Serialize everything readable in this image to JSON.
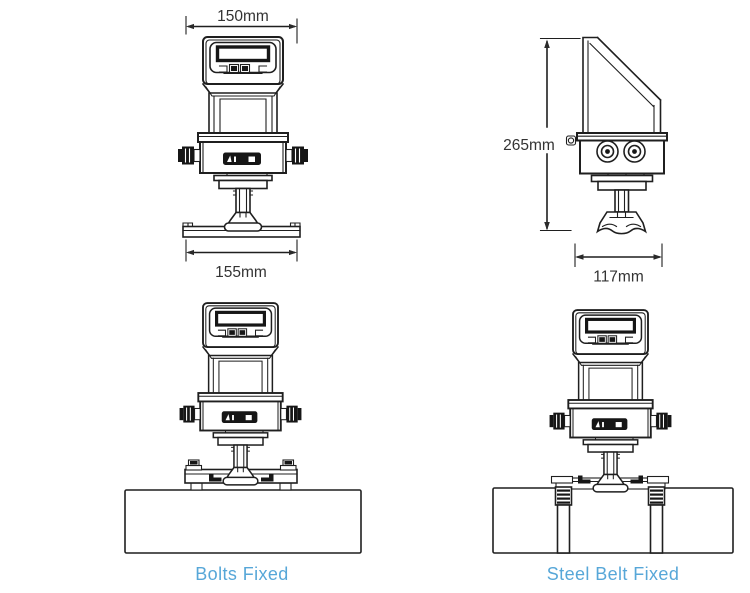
{
  "style": {
    "background_color": "#ffffff",
    "line_color": "#1f1f1f",
    "dimension_text_color": "#333333",
    "caption_color": "#57a7d8"
  },
  "front_view": {
    "width_top_dimension": "150mm",
    "width_base_dimension": "155mm"
  },
  "side_view": {
    "height_dimension": "265mm",
    "depth_dimension": "117mm"
  },
  "mounting_views": [
    {
      "caption": "Bolts Fixed"
    },
    {
      "caption": "Steel Belt Fixed"
    }
  ]
}
